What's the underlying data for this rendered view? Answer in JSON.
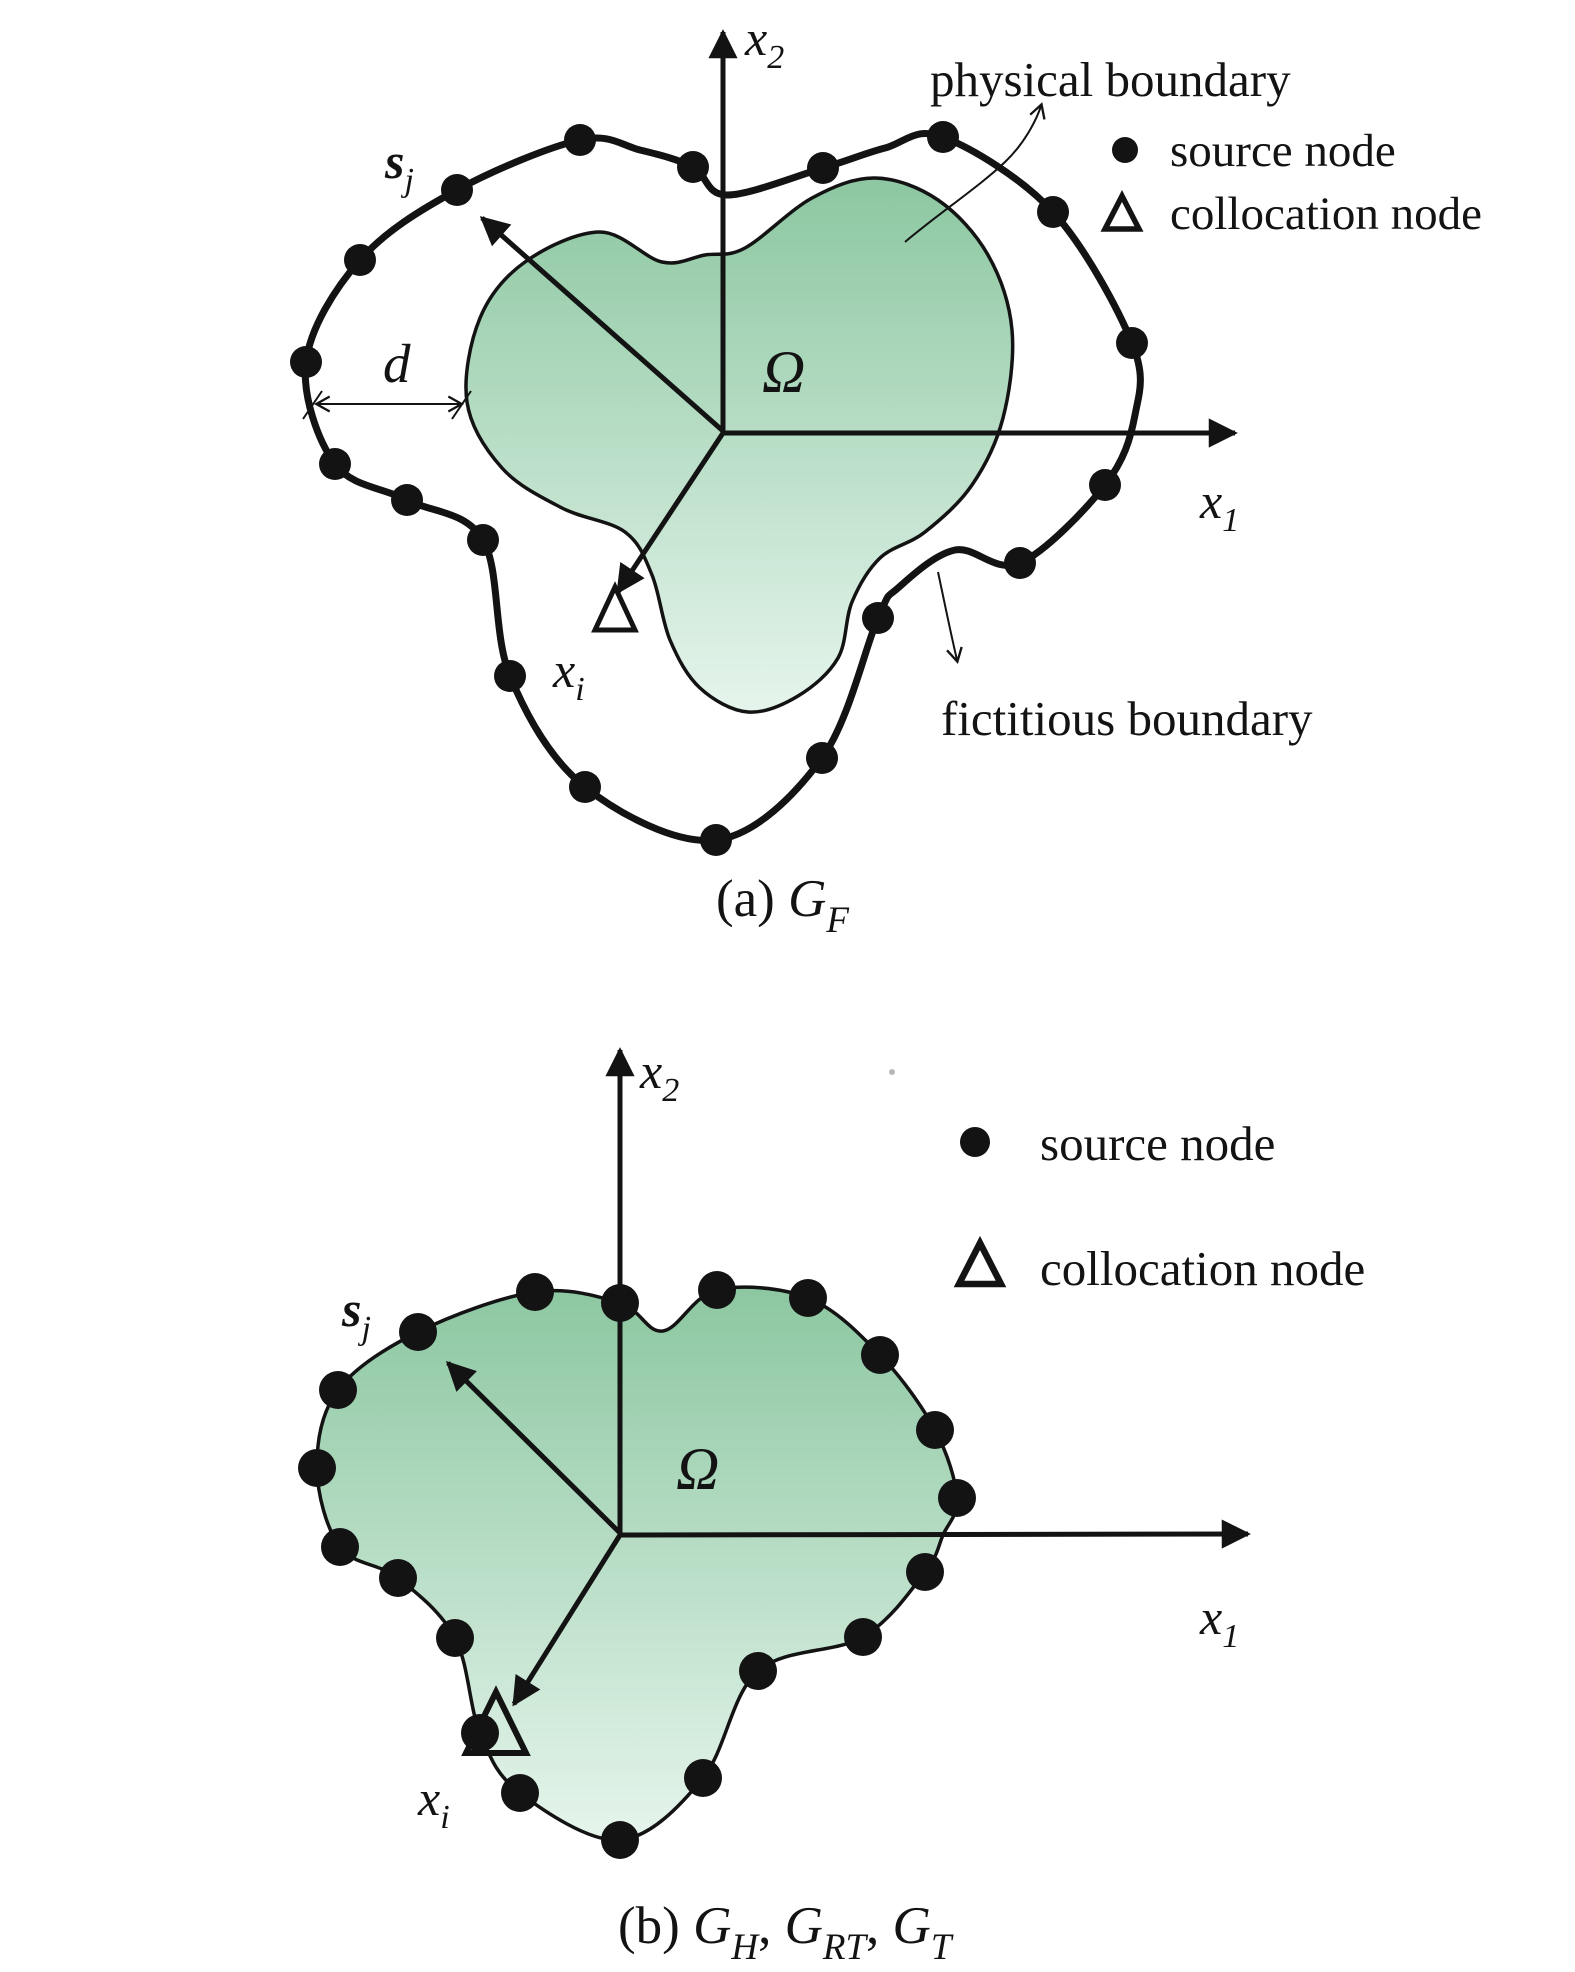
{
  "colors": {
    "ink": "#131313",
    "domain_fill_top": "#8cc7a1",
    "domain_fill_bottom": "#e6f5ec",
    "background": "#ffffff",
    "artifact_gray": "#b9b9b9"
  },
  "figure_a": {
    "caption": {
      "prefix": "(a) ",
      "symbol": "G",
      "subscript": "F"
    },
    "axes": {
      "x1": {
        "base": "x",
        "sub": "1"
      },
      "x2": {
        "base": "x",
        "sub": "2"
      }
    },
    "domain_label": "Ω",
    "source_label": {
      "base": "s",
      "sub": "j"
    },
    "collocation_label": {
      "base": "x",
      "sub": "i"
    },
    "offset_label": "d",
    "annotation_physical": "physical boundary",
    "annotation_fictitious": "fictitious boundary",
    "legend": {
      "source": "source node",
      "collocation": "collocation node"
    },
    "geometry": {
      "node_radius": 16,
      "source_nodes": [
        [
          457,
          190
        ],
        [
          580,
          140
        ],
        [
          693,
          167
        ],
        [
          823,
          168
        ],
        [
          943,
          137
        ],
        [
          1053,
          212
        ],
        [
          1132,
          343
        ],
        [
          1105,
          485
        ],
        [
          1020,
          563
        ],
        [
          878,
          618
        ],
        [
          822,
          758
        ],
        [
          716,
          840
        ],
        [
          585,
          787
        ],
        [
          510,
          676
        ],
        [
          483,
          540
        ],
        [
          407,
          500
        ],
        [
          335,
          464
        ],
        [
          306,
          362
        ],
        [
          360,
          260
        ]
      ],
      "fictitious_outline": [
        [
          457,
          190
        ],
        [
          580,
          140
        ],
        [
          640,
          150
        ],
        [
          693,
          167
        ],
        [
          727,
          195
        ],
        [
          823,
          168
        ],
        [
          885,
          148
        ],
        [
          943,
          137
        ],
        [
          1053,
          212
        ],
        [
          1132,
          343
        ],
        [
          1135,
          415
        ],
        [
          1105,
          485
        ],
        [
          1020,
          563
        ],
        [
          955,
          550
        ],
        [
          898,
          588
        ],
        [
          878,
          618
        ],
        [
          822,
          758
        ],
        [
          716,
          840
        ],
        [
          585,
          787
        ],
        [
          510,
          676
        ],
        [
          483,
          540
        ],
        [
          407,
          500
        ],
        [
          335,
          464
        ],
        [
          306,
          362
        ],
        [
          360,
          260
        ]
      ],
      "physical_outline": [
        [
          467,
          402
        ],
        [
          480,
          318
        ],
        [
          525,
          262
        ],
        [
          600,
          232
        ],
        [
          662,
          262
        ],
        [
          705,
          255
        ],
        [
          745,
          248
        ],
        [
          812,
          198
        ],
        [
          875,
          178
        ],
        [
          938,
          200
        ],
        [
          988,
          255
        ],
        [
          1012,
          330
        ],
        [
          1003,
          418
        ],
        [
          972,
          485
        ],
        [
          925,
          532
        ],
        [
          880,
          558
        ],
        [
          852,
          602
        ],
        [
          838,
          658
        ],
        [
          798,
          696
        ],
        [
          748,
          712
        ],
        [
          700,
          688
        ],
        [
          670,
          640
        ],
        [
          652,
          575
        ],
        [
          625,
          532
        ],
        [
          562,
          508
        ],
        [
          502,
          468
        ]
      ]
    }
  },
  "figure_b": {
    "caption": {
      "prefix": "(b) ",
      "g1": "G",
      "s1": "H",
      "sep1": ", ",
      "g2": "G",
      "s2": "RT",
      "sep2": ", ",
      "g3": "G",
      "s3": "T"
    },
    "axes": {
      "x1": {
        "base": "x",
        "sub": "1"
      },
      "x2": {
        "base": "x",
        "sub": "2"
      }
    },
    "domain_label": "Ω",
    "source_label": {
      "base": "s",
      "sub": "j"
    },
    "collocation_label": {
      "base": "x",
      "sub": "i"
    },
    "legend": {
      "source": "source node",
      "collocation": "collocation node"
    },
    "geometry": {
      "node_radius": 19,
      "source_nodes": [
        [
          418,
          1332
        ],
        [
          535,
          1292
        ],
        [
          620,
          1303
        ],
        [
          717,
          1290
        ],
        [
          808,
          1298
        ],
        [
          880,
          1355
        ],
        [
          935,
          1430
        ],
        [
          957,
          1498
        ],
        [
          925,
          1572
        ],
        [
          863,
          1637
        ],
        [
          758,
          1671
        ],
        [
          703,
          1778
        ],
        [
          620,
          1840
        ],
        [
          520,
          1793
        ],
        [
          480,
          1733
        ],
        [
          455,
          1638
        ],
        [
          398,
          1578
        ],
        [
          340,
          1547
        ],
        [
          317,
          1468
        ],
        [
          338,
          1390
        ]
      ],
      "domain_outline": [
        [
          418,
          1332
        ],
        [
          535,
          1292
        ],
        [
          620,
          1303
        ],
        [
          663,
          1331
        ],
        [
          717,
          1290
        ],
        [
          808,
          1298
        ],
        [
          880,
          1355
        ],
        [
          935,
          1430
        ],
        [
          957,
          1498
        ],
        [
          943,
          1535
        ],
        [
          925,
          1572
        ],
        [
          863,
          1637
        ],
        [
          758,
          1671
        ],
        [
          703,
          1778
        ],
        [
          620,
          1840
        ],
        [
          520,
          1793
        ],
        [
          480,
          1733
        ],
        [
          455,
          1638
        ],
        [
          398,
          1578
        ],
        [
          340,
          1547
        ],
        [
          317,
          1468
        ],
        [
          338,
          1390
        ]
      ]
    }
  }
}
